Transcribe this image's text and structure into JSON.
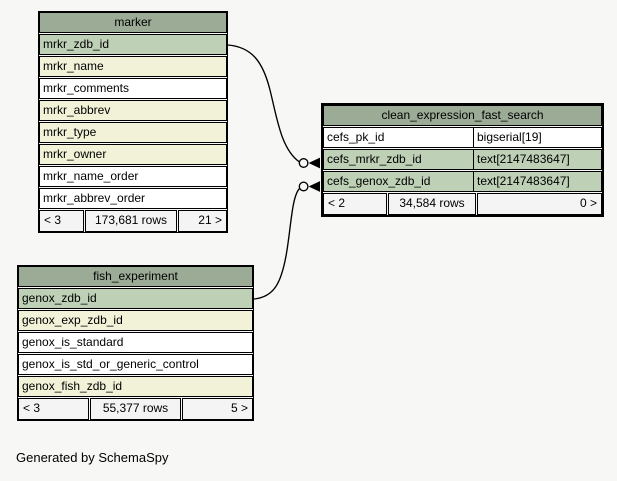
{
  "page": {
    "title": "SchemaSpy relationships diagram",
    "footer_note": "Generated by SchemaSpy",
    "background_color": "#f7f7f5"
  },
  "colors": {
    "table_header": "#9bab96",
    "primary_key_row": "#bed0b6",
    "indexed_row": "#f1f2d8",
    "plain_row": "#ffffff",
    "footer_cell": "#f4f4f4",
    "border": "#000000",
    "connector": "#000000"
  },
  "tables": [
    {
      "id": "marker",
      "title": "marker",
      "columns": [
        {
          "name": "mrkr_zdb_id",
          "style": "pk"
        },
        {
          "name": "mrkr_name",
          "style": "indexed"
        },
        {
          "name": "mrkr_comments",
          "style": "plain"
        },
        {
          "name": "mrkr_abbrev",
          "style": "indexed"
        },
        {
          "name": "mrkr_type",
          "style": "indexed"
        },
        {
          "name": "mrkr_owner",
          "style": "indexed"
        },
        {
          "name": "mrkr_name_order",
          "style": "plain"
        },
        {
          "name": "mrkr_abbrev_order",
          "style": "plain"
        }
      ],
      "footer": {
        "left": "< 3",
        "center": "173,681 rows",
        "right": "21 >"
      }
    },
    {
      "id": "cefs",
      "title": "clean_expression_fast_search",
      "columns": [
        {
          "name": "cefs_pk_id",
          "type": "bigserial[19]",
          "style": "plain"
        },
        {
          "name": "cefs_mrkr_zdb_id",
          "type": "text[2147483647]",
          "style": "pk"
        },
        {
          "name": "cefs_genox_zdb_id",
          "type": "text[2147483647]",
          "style": "pk"
        }
      ],
      "footer": {
        "left": "< 2",
        "center": "34,584 rows",
        "right": "0 >"
      }
    },
    {
      "id": "fish",
      "title": "fish_experiment",
      "columns": [
        {
          "name": "genox_zdb_id",
          "style": "pk"
        },
        {
          "name": "genox_exp_zdb_id",
          "style": "indexed"
        },
        {
          "name": "genox_is_standard",
          "style": "plain"
        },
        {
          "name": "genox_is_std_or_generic_control",
          "style": "plain"
        },
        {
          "name": "genox_fish_zdb_id",
          "style": "indexed"
        }
      ],
      "footer": {
        "left": "< 3",
        "center": "55,377 rows",
        "right": "5 >"
      }
    }
  ],
  "relationships": [
    {
      "from": "marker.mrkr_zdb_id",
      "to": "clean_expression_fast_search.cefs_mrkr_zdb_id",
      "end_glyph": "zero-or-many"
    },
    {
      "from": "fish_experiment.genox_zdb_id",
      "to": "clean_expression_fast_search.cefs_genox_zdb_id",
      "end_glyph": "zero-or-many"
    }
  ]
}
